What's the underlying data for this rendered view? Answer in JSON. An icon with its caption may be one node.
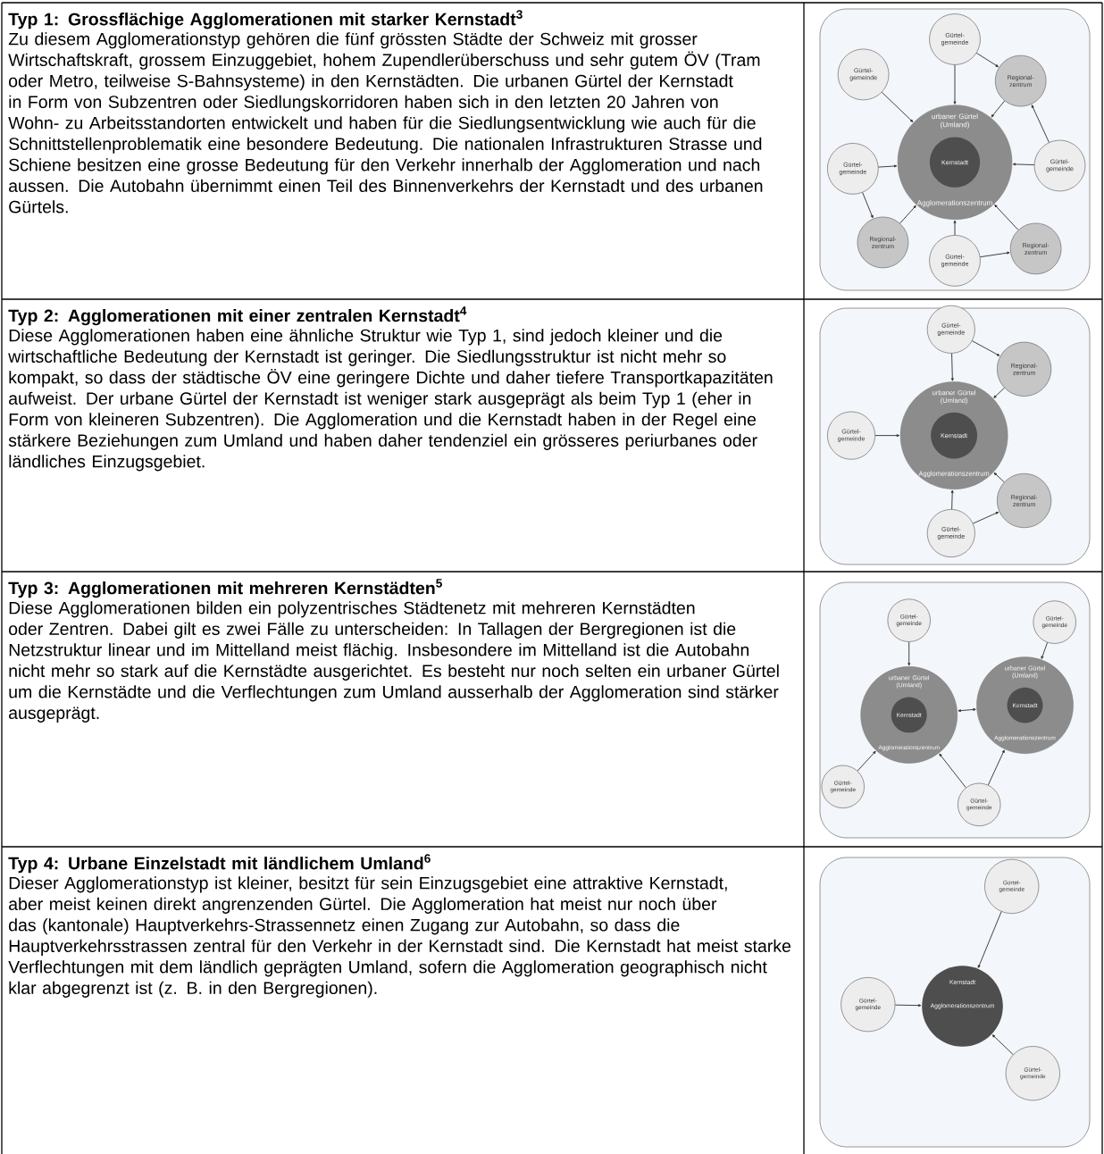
{
  "diagram": {
    "nodes": [
      {
        "text": [],
        "shape": "box"
      },
      {
        "text": [
          "Gürtel-gemeinde"
        ],
        "in": 0
      },
      {
        "text": [
          "Gürtel-gemeinde"
        ],
        "in": 0
      },
      {
        "text": [
          "Regional-zentrum"
        ],
        "in": 0
      },
      {
        "text": [
          "urbaner Gürtel (Umland)",
          "Agglomerationszentrum"
        ],
        "in": 0
      },
      {
        "text": [
          "Kernstadt"
        ],
        "in": 4
      },
      {
        "text": [
          "Gürtel-gemeinde"
        ],
        "in": 0
      },
      {
        "text": [
          "Gürtel-gemeinde"
        ],
        "in": 0
      },
      {
        "text": [
          "Regional-zentrum"
        ],
        "in": 0
      },
      {
        "text": [
          "Regional-zentrum"
        ],
        "in": 0
      },
      {
        "text": [
          "Gürtel-gemeinde"
        ],
        "in": 0
      },
      {
        "text": [],
        "shape": "box"
      },
      {
        "text": [
          "Gürtel-gemeinde"
        ],
        "in": 11
      },
      {
        "text": [
          "Regional-zentrum"
        ],
        "in": 11
      },
      {
        "text": [
          "Gürtel-gemeinde"
        ],
        "in": 11
      },
      {
        "text": [
          "urbaner Gürtel (Umland)",
          "Agglomerationszentrum"
        ],
        "in": 11
      },
      {
        "text": [
          "Kernstadt"
        ],
        "in": 15
      },
      {
        "text": [
          "Regional-zentrum"
        ],
        "in": 11
      },
      {
        "text": [
          "Gürtel-gemeinde"
        ],
        "in": 11
      },
      {
        "text": [],
        "shape": "box"
      },
      {
        "text": [
          "Gürtel-gemeinde"
        ],
        "in": 19
      },
      {
        "text": [
          "Gürtel-gemeinde"
        ],
        "in": 19
      },
      {
        "text": [
          "urbaner Gürtel (Umland)",
          "Agglomerationszentrum"
        ],
        "in": 19
      },
      {
        "text": [
          "Kernstadt"
        ],
        "in": 22
      },
      {
        "text": [
          "urbaner Gürtel (Umland)",
          "Agglomerationszentrum"
        ],
        "in": 19
      },
      {
        "text": [
          "Kernstadt"
        ],
        "in": 24
      },
      {
        "text": [
          "Gürtel-gemeinde"
        ],
        "in": 19
      },
      {
        "text": [
          "Gürtel-gemeinde"
        ],
        "in": 19
      },
      {
        "text": [],
        "shape": "box"
      },
      {
        "text": [
          "Gürtel-gemeinde"
        ],
        "in": 28
      },
      {
        "text": [
          "Gürtel-gemeinde"
        ],
        "in": 28
      },
      {
        "text": [
          "Kernstadt",
          "Agglomerationszentrum"
        ],
        "in": 28
      },
      {
        "text": [
          "Gürtel-gemeinde"
        ],
        "in": 28
      }
    ],
    "edges": [
      {
        "from": 1,
        "to": 4,
        "arrow": "to"
      },
      {
        "from": 1,
        "to": 3,
        "arrow": "to"
      },
      {
        "from": 3,
        "to": 4,
        "arrow": "to"
      },
      {
        "from": 7,
        "to": 3,
        "arrow": "to"
      },
      {
        "from": 7,
        "to": 4,
        "arrow": "to"
      },
      {
        "from": 9,
        "to": 4,
        "arrow": "to"
      },
      {
        "from": 10,
        "to": 4,
        "arrow": "to"
      },
      {
        "from": 10,
        "to": 9,
        "arrow": "to"
      },
      {
        "from": 8,
        "to": 4,
        "arrow": "to"
      },
      {
        "from": 6,
        "to": 8,
        "arrow": "to"
      },
      {
        "from": 6,
        "to": 4,
        "arrow": "to"
      },
      {
        "from": 2,
        "to": 4,
        "arrow": "to"
      },
      {
        "from": 12,
        "to": 15,
        "arrow": "to"
      },
      {
        "from": 12,
        "to": 13,
        "arrow": "to"
      },
      {
        "from": 13,
        "to": 15,
        "arrow": "to"
      },
      {
        "from": 14,
        "to": 15,
        "arrow": "to"
      },
      {
        "from": 17,
        "to": 15,
        "arrow": "to"
      },
      {
        "from": 18,
        "to": 15,
        "arrow": "to"
      },
      {
        "from": 18,
        "to": 17,
        "arrow": "to"
      },
      {
        "from": 20,
        "to": 22,
        "arrow": "to"
      },
      {
        "from": 21,
        "to": 24,
        "arrow": "to"
      },
      {
        "from": 22,
        "to": 24,
        "arrow": "both"
      },
      {
        "from": 26,
        "to": 22,
        "arrow": "to"
      },
      {
        "from": 27,
        "to": 22,
        "arrow": "to"
      },
      {
        "from": 27,
        "to": 24,
        "arrow": "to"
      },
      {
        "from": 29,
        "to": 31,
        "arrow": "to"
      },
      {
        "from": 30,
        "to": 31,
        "arrow": "to"
      },
      {
        "from": 32,
        "to": 31,
        "arrow": "to"
      }
    ],
    "labels": [
      "Typ 1: Grossflächige Agglomerationen mit starker Kernstadt$^{3}$",
      "Zu diesem Agglomerationstyp gehören die fünf grössten Städte der Schweiz mit grosser Wirtschaftskraft, grossem Einzuggebiet, hohem Zupendlerüberschuss und sehr gutem ÖV (Tram oder Metro, teilweise S-Bahnsysteme) in den Kernstädten. Die urbanen Gürtel der Kernstadt in Form von Subzentren oder Siedlungskorridoren haben sich in den letzten 20 Jahren von Wohn- zu Arbeitsstandorten entwickelt und haben für die Siedlungsentwicklung wie auch für die Schnittstellenproblematik eine besondere Bedeutung. Die nationalen Infrastrukturen Strasse und Schiene besitzen eine grosse Bedeutung für den Verkehr innerhalb der Agglomeration und nach aussen. Die Autobahn übernimmt einen Teil des Binnenverkehrs der Kernstadt und des urbanen Gürtels.",
      "Typ 2: Agglomerationen mit einer zentralen Kernstadt$^{4}$",
      "Diese Agglomerationen haben eine ähnliche Struktur wie Typ 1, sind jedoch kleiner und die wirtschaftliche Bedeutung der Kernstadt ist geringer. Die Siedlungsstruktur ist nicht mehr so kompakt, so dass der städtische ÖV eine geringere Dichte und daher tiefere Transportkapazitäten aufweist. Der urbane Gürtel der Kernstadt ist weniger stark ausgeprägt als beim Typ 1 (eher in Form von kleineren Subzentren). Die Agglomeration und die Kernstadt haben in der Regel eine stärkere Beziehungen zum Umland und haben daher tendenziel ein grösseres periurbanes oder ländliches Einzugsgebiet.",
      "Typ 3: Agglomerationen mit mehreren Kernstädten$^{5}$",
      "Diese Agglomerationen bilden ein polyzentrisches Städtenetz mit mehreren Kernstädten oder Zentren. Dabei gilt es zwei Fälle zu unterscheiden: In Tallagen der Bergregionen ist die Netzstruktur linear und im Mittelland meist flächig. Insbesondere im Mittelland ist die Autobahn nicht mehr so stark auf die Kernstädte ausgerichtet. Es besteht nur noch selten ein urbaner Gürtel um die Kernstädte und die Verflechtungen zum Umland ausserhalb der Agglomeration sind stärker ausgeprägt.",
      "Typ 4: Urbane Einzelstadt mit ländlichem Umland$^{6}$",
      "Dieser Agglomerationstyp ist kleiner, besitzt für sein Einzugsgebiet eine attraktive Kernstadt, aber meist keinen direkt angrenzenden Gürtel. Die Agglomeration hat meist nur noch über das (kantonale) Hauptverkehrs-Strassennetz einen Zugang zur Autobahn, so dass die Hauptverkehrsstrassen zentral für den Verkehr in der Kernstadt sind. Die Kernstadt hat meist starke Verflechtungen mit dem ländlich geprägten Umland, sofern die Agglomeration geographisch nicht klar abgegrenzt ist (z. B. in den Bergregionen)."
    ]
  }
}
